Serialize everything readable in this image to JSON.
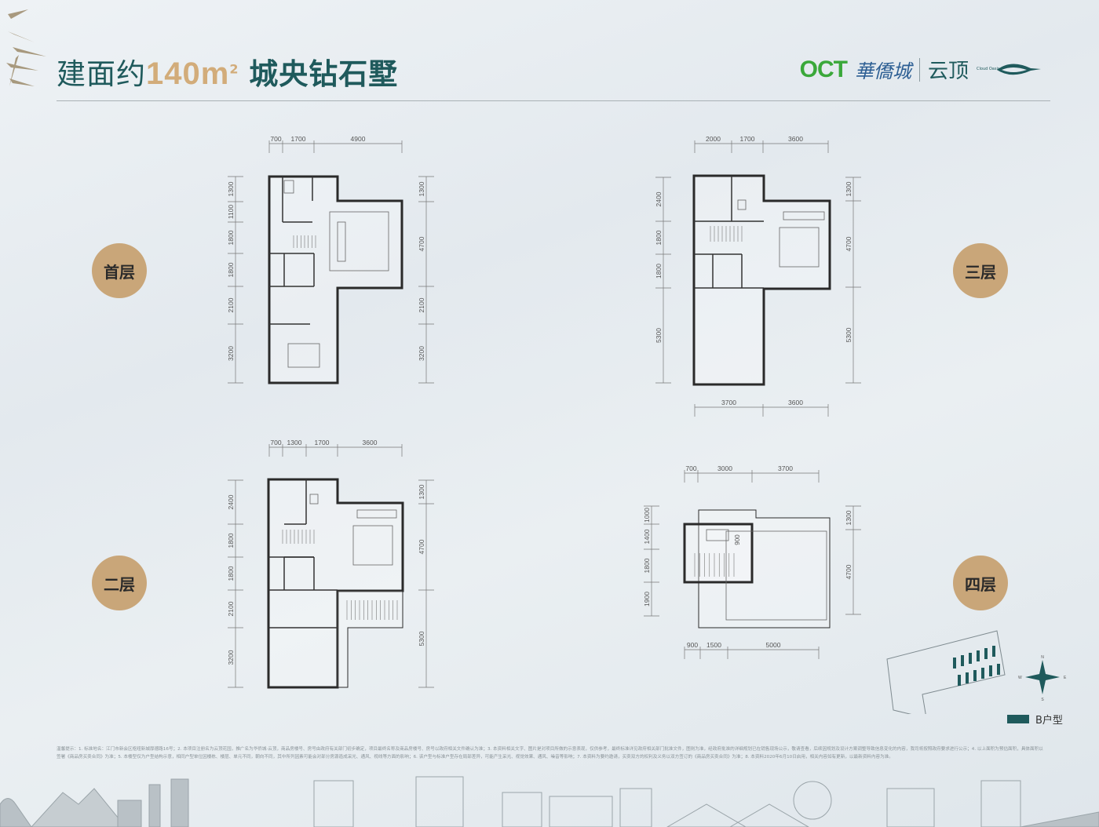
{
  "header": {
    "title_prefix": "建面约",
    "area_number": "140",
    "area_unit": "m",
    "area_superscript": "2",
    "title_suffix": "城央钻石墅"
  },
  "logo": {
    "brand_en": "OCT",
    "brand_cn": "華僑城",
    "project_cn": "云顶",
    "project_en": "Cloud Oasis"
  },
  "colors": {
    "accent_teal": "#1f5a5c",
    "accent_gold": "#c9a679",
    "brand_green": "#3aa83a"
  },
  "floors": [
    {
      "label": "首层",
      "dims_top": [
        "700",
        "1700",
        "4900"
      ],
      "dims_left": [
        "1300",
        "1100",
        "1800",
        "1800",
        "2100",
        "3200"
      ],
      "dims_right": [
        "1300",
        "4700",
        "2100",
        "3200"
      ],
      "dims_bottom": []
    },
    {
      "label": "三层",
      "dims_top": [
        "2000",
        "1700",
        "3600"
      ],
      "dims_left": [
        "2400",
        "1800",
        "1800",
        "5300"
      ],
      "dims_right": [
        "1300",
        "4700",
        "5300"
      ],
      "dims_bottom": [
        "3700",
        "3600"
      ]
    },
    {
      "label": "二层",
      "dims_top": [
        "700",
        "1300",
        "1700",
        "3600"
      ],
      "dims_left": [
        "2400",
        "1800",
        "1800",
        "2100",
        "3200"
      ],
      "dims_right": [
        "1300",
        "4700",
        "5300"
      ],
      "dims_bottom": []
    },
    {
      "label": "四层",
      "dims_top": [
        "700",
        "3000",
        "3700"
      ],
      "dims_left": [
        "1000",
        "1400",
        "1800",
        "1900"
      ],
      "dims_right": [
        "1300",
        "4700"
      ],
      "dims_bottom": [
        "900",
        "1500",
        "5000"
      ],
      "inner_dim": "900"
    }
  ],
  "site_plan": {
    "compass": {
      "n": "N",
      "s": "S",
      "e": "E",
      "w": "W"
    },
    "legend_label": "B户型"
  },
  "disclaimer": "温馨提示：1. 标准地名：江门市新会区枢纽新城厚德路16号；2. 本项目注册名为云顶花园，推广名为华侨城·云顶，商品房楼号、房号由政府有关部门初步确定，项目最终名称及商品房楼号、房号以政府相关文件确认为准；3. 本资料相关文字、图片是对项目所做的示意表现，仅供参考，最终标准详见政府相关部门批准文件，图则为准，经政府批准的详细规划已在销售现场公示，敬请查看，后续因规划及设计方案调整导致信息变化的内容，我司将按照政府要求进行公示；4. 以上面积为预估面积，具体面积以签署《商品房买卖合同》为准；5. 本楼型仅为户型结构示意，相同户型单位因楼栋、楼层、单元不同，朝向不同，其中所列因素可能会对部分房源造成采光、通风、视线等方面的影响；6. 该户型与标准户型存在局部差异，可能产生采光、视觉效果、通风、噪音等影响；7. 本资料为要约邀请，买卖双方的权利及义务以双方签订的《商品房买卖合同》为准；8. 本资料2020年6月10日启用，相关内容如有更新，以最新资料内容为准。"
}
